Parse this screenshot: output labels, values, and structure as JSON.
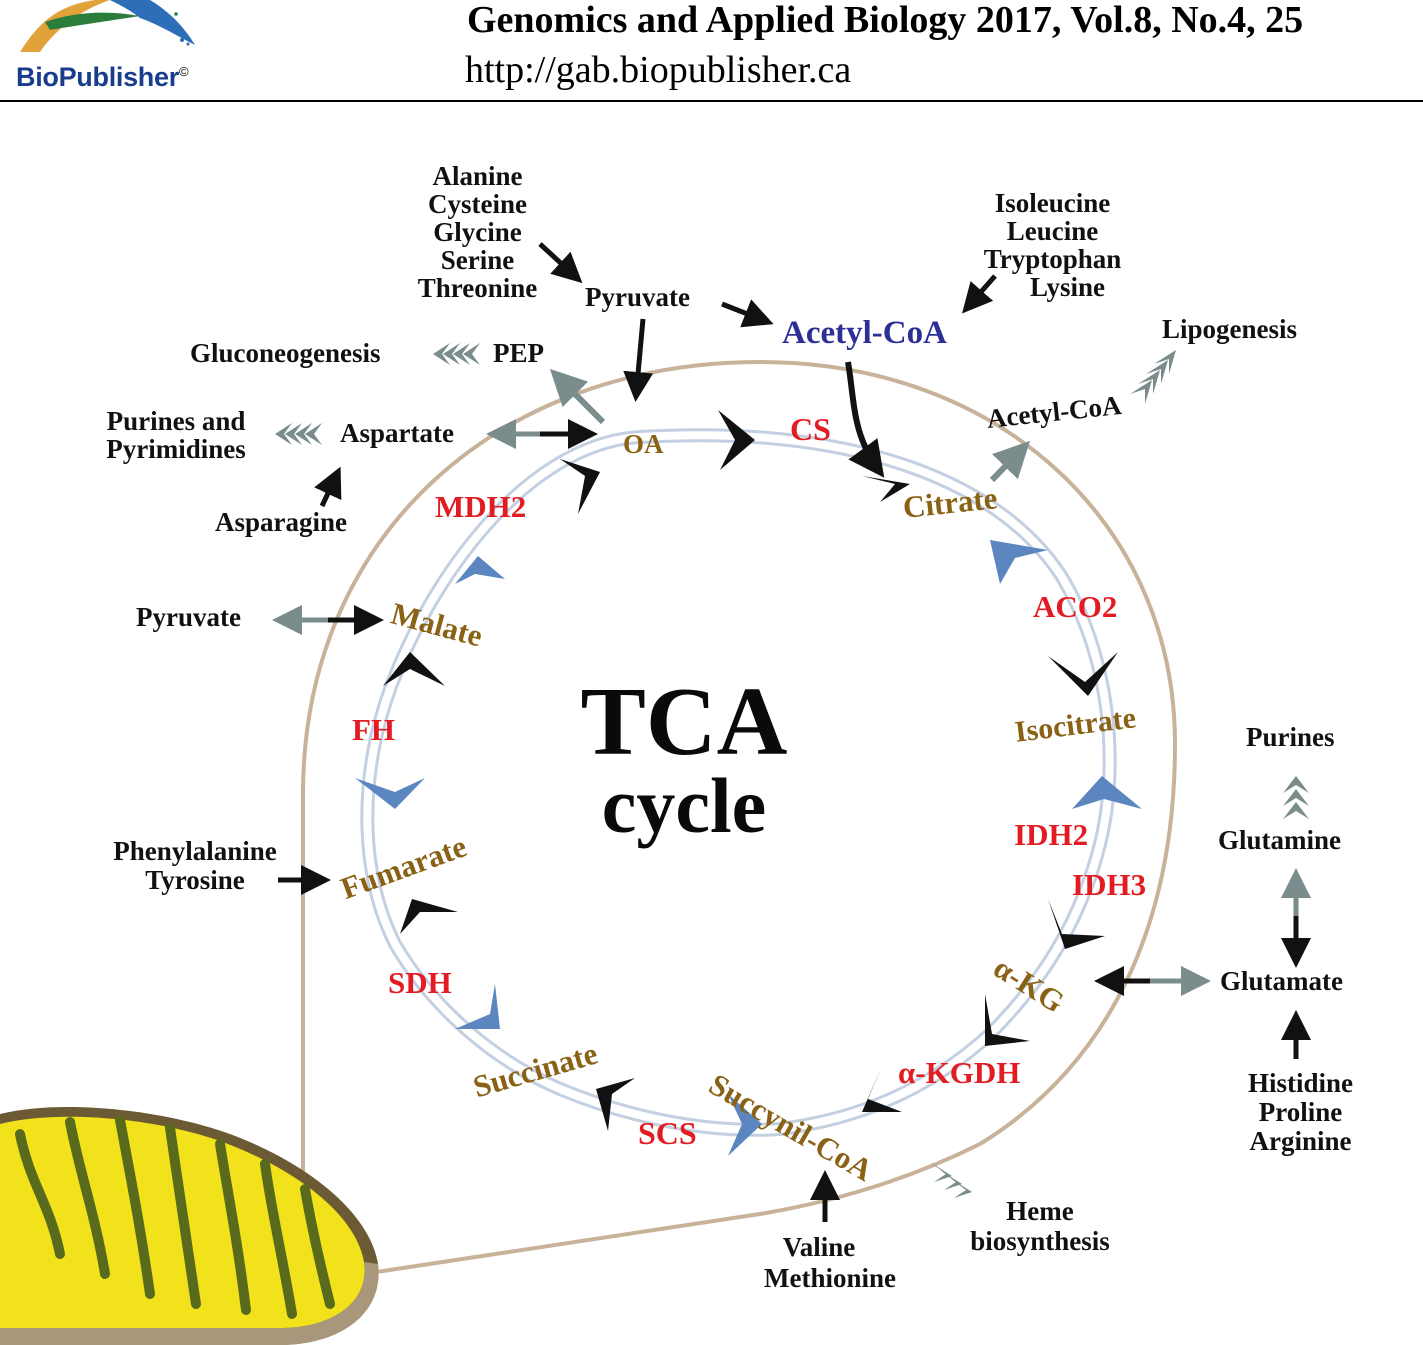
{
  "header": {
    "publisher_bio": "Bio",
    "publisher_rest": "Publisher",
    "registered": "©",
    "journal_title": "Genomics and Applied Biology 2017, Vol.8, No.4, 25",
    "journal_url": "http://gab.biopublisher.ca"
  },
  "diagram": {
    "center_title_line1": "TCA",
    "center_title_line2": "cycle",
    "cycle_metabolites": {
      "oa": "OA",
      "citrate": "Citrate",
      "isocitrate": "Isocitrate",
      "akg": "α-KG",
      "succinyl_coa": "Succynil-CoA",
      "succinate": "Succinate",
      "fumarate": "Fumarate",
      "malate": "Malate"
    },
    "enzymes": {
      "cs": "CS",
      "aco2": "ACO2",
      "idh2": "IDH2",
      "idh3": "IDH3",
      "akgdh": "α-KGDH",
      "scs": "SCS",
      "sdh": "SDH",
      "fh": "FH",
      "mdh2": "MDH2"
    },
    "inputs": {
      "aa_group_1": [
        "Alanine",
        "Cysteine",
        "Glycine",
        "Serine",
        "Threonine"
      ],
      "pyruvate_top": "Pyruvate",
      "acetyl_coa_top": "Acetyl-CoA",
      "aa_group_2": [
        "Isoleucine",
        "Leucine",
        "Tryptophan",
        "Lysine"
      ],
      "lipogenesis": "Lipogenesis",
      "acetyl_coa_out": "Acetyl-CoA",
      "gluconeogenesis": "Gluconeogenesis",
      "pep": "PEP",
      "purines_pyrimidines": [
        "Purines and",
        "Pyrimidines"
      ],
      "aspartate": "Aspartate",
      "asparagine": "Asparagine",
      "pyruvate_left": "Pyruvate",
      "phe_tyr": [
        "Phenylalanine",
        "Tyrosine"
      ],
      "purines": "Purines",
      "glutamine": "Glutamine",
      "glutamate": "Glutamate",
      "his_pro_arg": [
        "Histidine",
        "Proline",
        "Arginine"
      ],
      "heme": [
        "Heme",
        "biosynthesis"
      ],
      "val_met": [
        "Valine",
        "Methionine"
      ]
    },
    "colors": {
      "enzyme": "#e31c23",
      "metabolite": "#8a6215",
      "acetyl_coa": "#2b2f96",
      "dark_arrow": "#111111",
      "blue_arrow": "#5b86c0",
      "gray_arrow": "#7a8c8c",
      "outline": "#c9b29a",
      "mito_yellow": "#f2e21c",
      "mito_green": "#5a6a1c"
    }
  }
}
